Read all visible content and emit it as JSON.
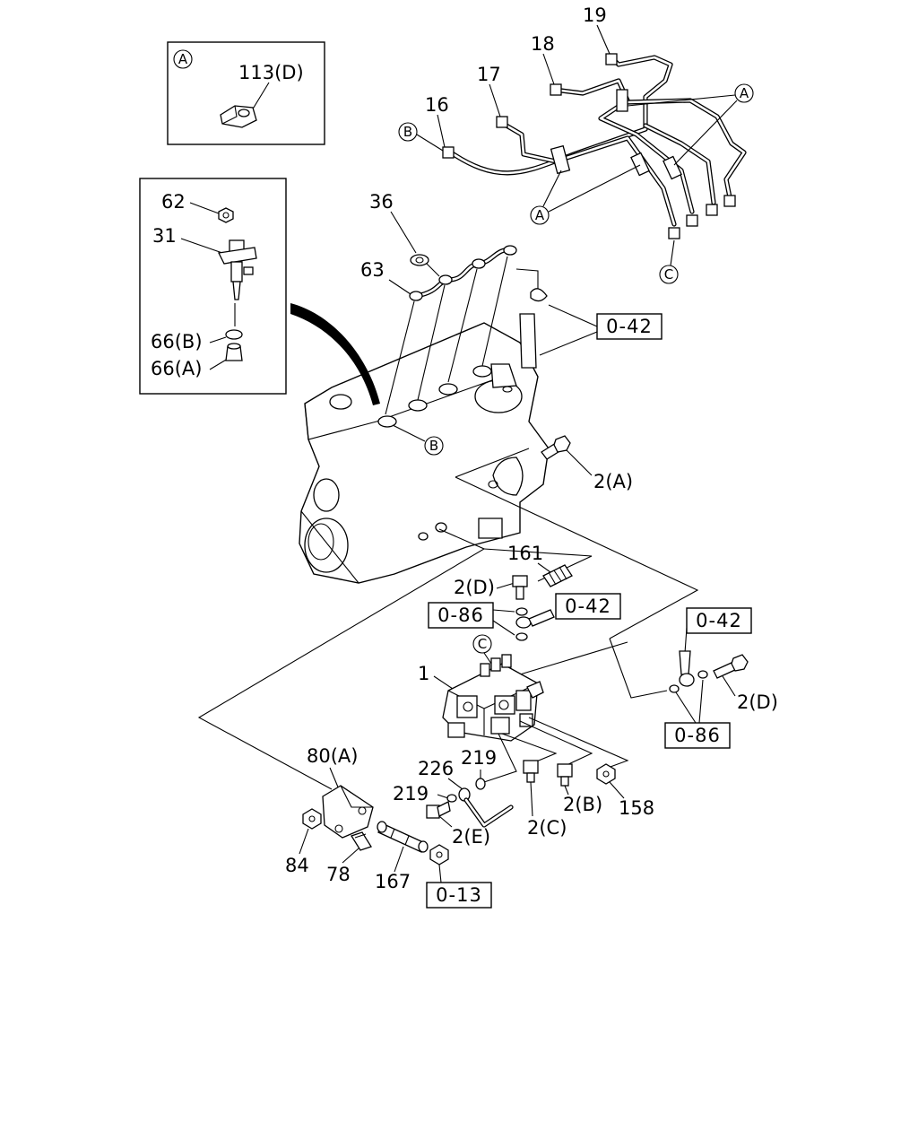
{
  "inset_a": {
    "badge": "A",
    "label": "113(D)"
  },
  "inset_injector": {
    "labels": [
      "62",
      "31",
      "66(B)",
      "66(A)"
    ]
  },
  "callouts": {
    "p19": "19",
    "p18": "18",
    "p17": "17",
    "p16": "16",
    "p36": "36",
    "p63": "63",
    "p2a": "2(A)",
    "p161": "161",
    "p2d_top": "2(D)",
    "p2d_right": "2(D)",
    "p1": "1",
    "p80a": "80(A)",
    "p226": "226",
    "p219_top": "219",
    "p219_left": "219",
    "p2e": "2(E)",
    "p2c": "2(C)",
    "p2b": "2(B)",
    "p158": "158",
    "p84": "84",
    "p78": "78",
    "p167": "167"
  },
  "circle_refs": {
    "a_top": "A",
    "a_bottom": "A",
    "b_pipe": "B",
    "b_engine": "B",
    "c_pipe": "C",
    "c_pump": "C"
  },
  "boxed_refs": {
    "r042_top": "0-42",
    "r042_mid": "0-42",
    "r042_right": "0-42",
    "r086_left": "0-86",
    "r086_right": "0-86",
    "r013": "0-13"
  }
}
